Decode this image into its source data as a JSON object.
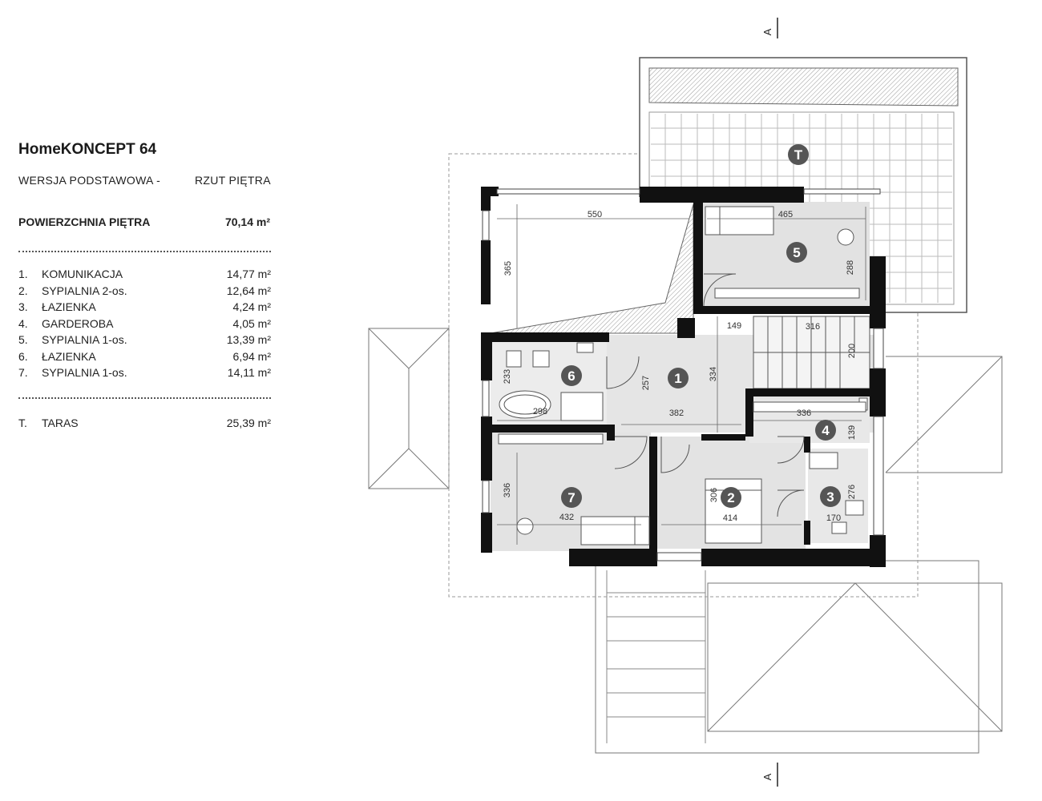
{
  "header": {
    "title": "HomeKONCEPT 64",
    "version": "WERSJA  PODSTAWOWA  -",
    "plan_name": "RZUT PIĘTRA"
  },
  "floor_area": {
    "label": "POWIERZCHNIA PIĘTRA",
    "value": "70,14 m²"
  },
  "rooms": [
    {
      "num": "1.",
      "name": "KOMUNIKACJA",
      "area": "14,77 m²"
    },
    {
      "num": "2.",
      "name": "SYPIALNIA 2-os.",
      "area": "12,64 m²"
    },
    {
      "num": "3.",
      "name": "ŁAZIENKA",
      "area": "4,24 m²"
    },
    {
      "num": "4.",
      "name": "GARDEROBA",
      "area": "4,05 m²"
    },
    {
      "num": "5.",
      "name": "SYPIALNIA 1-os.",
      "area": "13,39 m²"
    },
    {
      "num": "6.",
      "name": "ŁAZIENKA",
      "area": "6,94 m²"
    },
    {
      "num": "7.",
      "name": "SYPIALNIA 1-os.",
      "area": "14,11 m²"
    }
  ],
  "terrace": {
    "num": "T.",
    "name": "TARAS",
    "area": "25,39 m²"
  },
  "markers": {
    "m1": "1",
    "m2": "2",
    "m3": "3",
    "m4": "4",
    "m5": "5",
    "m6": "6",
    "m7": "7",
    "mT": "T"
  },
  "dimensions": {
    "d550": "550",
    "d465": "465",
    "d365": "365",
    "d288": "288",
    "d149": "149",
    "d316": "316",
    "d200": "200",
    "d334": "334",
    "d257": "257",
    "d233": "233",
    "d298": "298",
    "d382": "382",
    "d336a": "336",
    "d139": "139",
    "d336b": "336",
    "d432": "432",
    "d306": "306",
    "d414": "414",
    "d276": "276",
    "d170": "170"
  },
  "section_marker": "A",
  "colors": {
    "wall": "#111111",
    "floor": "#e3e3e3",
    "marker": "#555555",
    "roof_line": "#666666"
  }
}
